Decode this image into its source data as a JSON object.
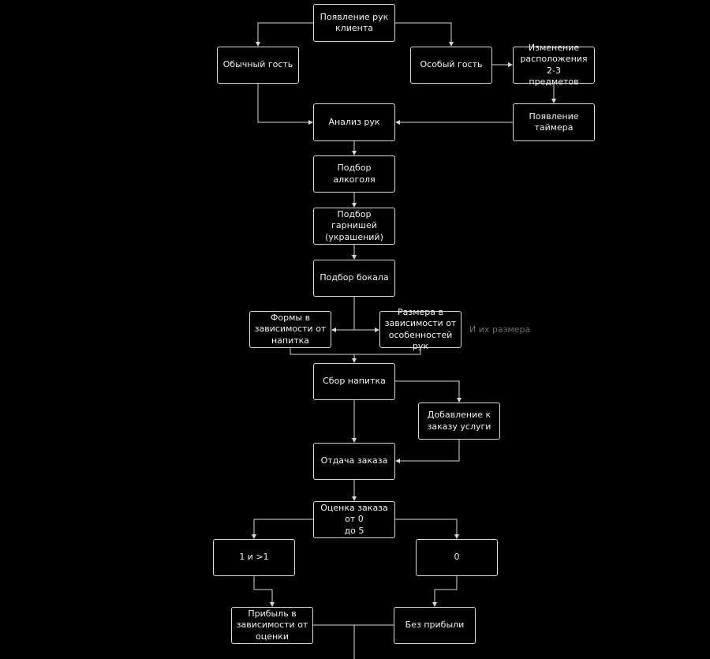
{
  "nodes": {
    "hands": "Появление рук\nклиента",
    "regular": "Обычный гость",
    "special": "Особый гость",
    "relocate": "Изменение\nрасположения 2-3\nпредметов",
    "timer": "Появление\nтаймера",
    "analysis": "Анализ рук",
    "alcohol": "Подбор алкоголя",
    "garnish": "Подбор гарнишей\n(украшений)",
    "glass": "Подбор бокала",
    "shape": "Формы в\nзависимости от\nнапитка",
    "size": "Размера в\nзависимости от\nособенностей рук",
    "assemble": "Сбор напитка",
    "service": "Добавление к\nзаказу услуги",
    "deliver": "Отдача заказа",
    "rating": "Оценка заказа от  0\nдо 5",
    "one_plus": "1 и >1",
    "zero": "0",
    "profit": "Прибыль в\nзависимости от\nоценки",
    "no_profit": "Без прибыли"
  },
  "annotation": "И их размера",
  "colors": {
    "background": "#000000",
    "stroke": "#d9d9d9",
    "text": "#f2f2f2",
    "note": "#6e6e6e"
  }
}
